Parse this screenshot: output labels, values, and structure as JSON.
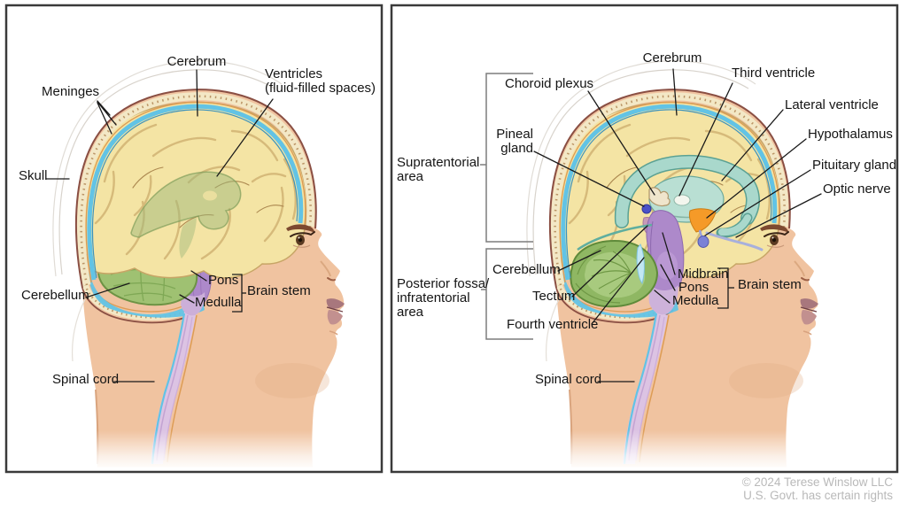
{
  "panels": {
    "left": {
      "labels": {
        "meninges": "Meninges",
        "cerebrum": "Cerebrum",
        "ventricles_line1": "Ventricles",
        "ventricles_line2": "(fluid-filled spaces)",
        "skull": "Skull",
        "cerebellum": "Cerebellum",
        "pons": "Pons",
        "medulla": "Medulla",
        "brain_stem": "Brain stem",
        "spinal_cord": "Spinal cord"
      }
    },
    "right": {
      "labels": {
        "supratentorial_line1": "Supratentorial",
        "supratentorial_line2": "area",
        "choroid_plexus": "Choroid plexus",
        "pineal_line1": "Pineal",
        "pineal_line2": "gland",
        "cerebrum": "Cerebrum",
        "third_ventricle": "Third ventricle",
        "lateral_ventricle": "Lateral ventricle",
        "hypothalamus": "Hypothalamus",
        "pituitary_gland": "Pituitary gland",
        "optic_nerve": "Optic nerve",
        "posterior_line1": "Posterior fossa/",
        "posterior_line2": "infratentorial",
        "posterior_line3": "area",
        "cerebellum": "Cerebellum",
        "tectum": "Tectum",
        "fourth_ventricle": "Fourth ventricle",
        "midbrain": "Midbrain",
        "pons": "Pons",
        "medulla": "Medulla",
        "brain_stem": "Brain stem",
        "spinal_cord": "Spinal cord"
      }
    }
  },
  "footer": {
    "copyright_line1": "© 2024 Terese Winslow LLC",
    "copyright_line2": "U.S. Govt. has certain rights"
  },
  "colors": {
    "panel_border": "#3a3a3a",
    "label_text": "#141414",
    "leader_line": "#1a1a1a",
    "bracket": "#7d7d7d",
    "copyright": "#b9b9b9",
    "skin": "#f0c3a0",
    "skull_bone": "#f3e8c6",
    "skull_outline": "#8a4f43",
    "skull_inner_line": "#dd9c55",
    "csf_blue": "#62c3e5",
    "brain_yellow": "#f4e4a4",
    "gyri": "#d6ba7a",
    "cerebellum_green": "#9fc172",
    "brainstem_purple": "#ad89ca",
    "cord_pink": "#dcc3e3",
    "ventricle_teal": "#a9d8cc",
    "ventricle_overlay_green": "#9db87a",
    "hypothalamus_orange": "#f59a28",
    "pituitary_blue": "#7b82d6",
    "pineal_blue": "#4a52c8"
  }
}
